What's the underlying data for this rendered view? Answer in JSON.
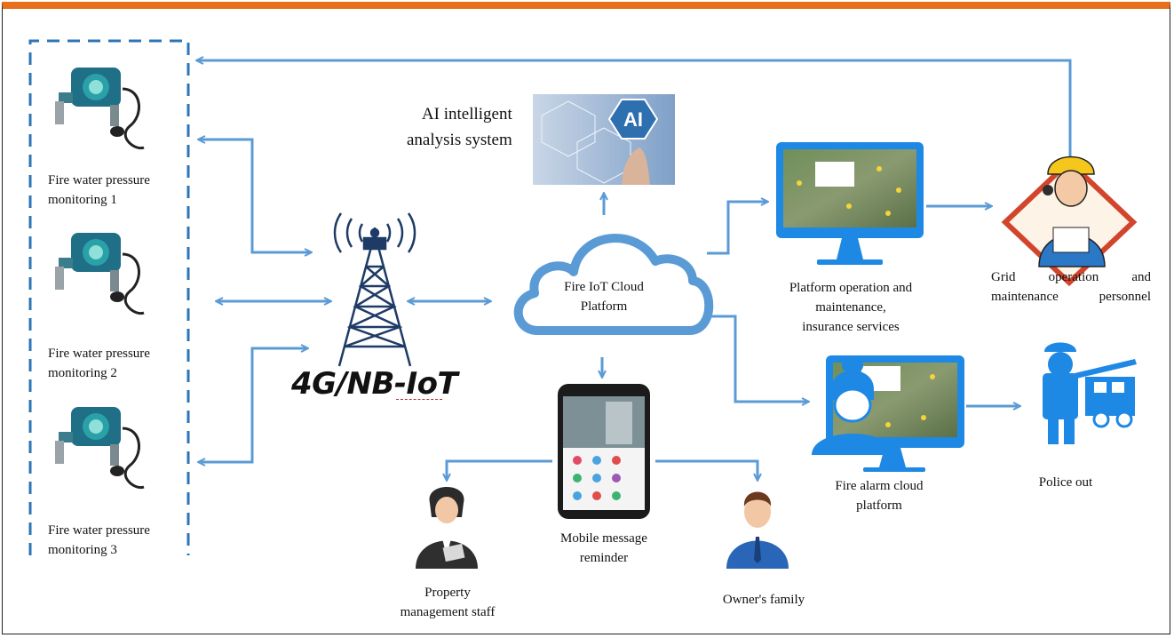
{
  "sensors": [
    {
      "label": "Fire water pressure monitoring 1"
    },
    {
      "label": "Fire water pressure monitoring 2"
    },
    {
      "label": "Fire water pressure monitoring 3"
    }
  ],
  "network": {
    "label": "4G/NB-IoT"
  },
  "ai": {
    "line1": "AI intelligent",
    "line2": "analysis system",
    "badge": "AI"
  },
  "cloud": {
    "line1": "Fire IoT Cloud",
    "line2": "Platform"
  },
  "platform_ops": {
    "line1": "Platform operation and",
    "line2": "maintenance,",
    "line3": "insurance services"
  },
  "grid_personnel": {
    "line1": "Grid operation and",
    "line2": "maintenance personnel"
  },
  "fire_alarm": {
    "line1": "Fire alarm cloud",
    "line2": "platform"
  },
  "police": {
    "label": "Police out"
  },
  "mobile": {
    "line1": "Mobile message",
    "line2": "reminder"
  },
  "property": {
    "line1": "Property",
    "line2": "management staff"
  },
  "owner": {
    "label": "Owner's family"
  },
  "colors": {
    "arrow": "#5b9bd5",
    "frame_top": "#e8701c",
    "dashed_box": "#2e75b6",
    "monitor": "#1e88e5"
  }
}
